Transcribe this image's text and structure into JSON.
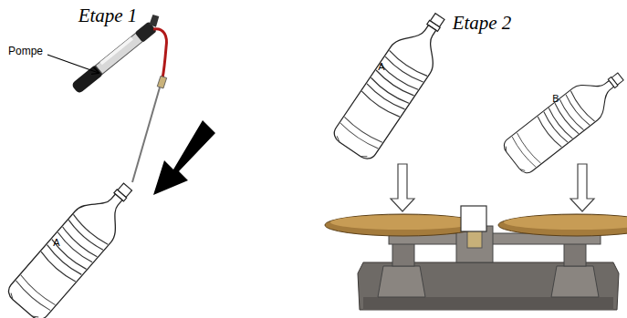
{
  "diagram": {
    "labels": [
      "Etape 1",
      "Pompe",
      "A",
      "Etape 2",
      "A",
      "B"
    ]
  }
}
